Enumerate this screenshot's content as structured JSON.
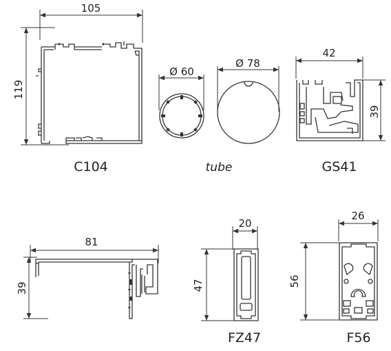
{
  "profiles": {
    "c104": {
      "label": "C104",
      "width": "105",
      "height": "119"
    },
    "tube": {
      "label": "tube",
      "small_diameter": "Ø 60",
      "large_diameter": "Ø 78"
    },
    "gs41": {
      "label": "GS41",
      "width": "42",
      "height": "39"
    },
    "bottom_left": {
      "width": "81",
      "height": "39"
    },
    "fz47": {
      "label": "FZ47",
      "width": "20",
      "height": "47"
    },
    "f56": {
      "label": "F56",
      "width": "26",
      "height": "56"
    }
  }
}
